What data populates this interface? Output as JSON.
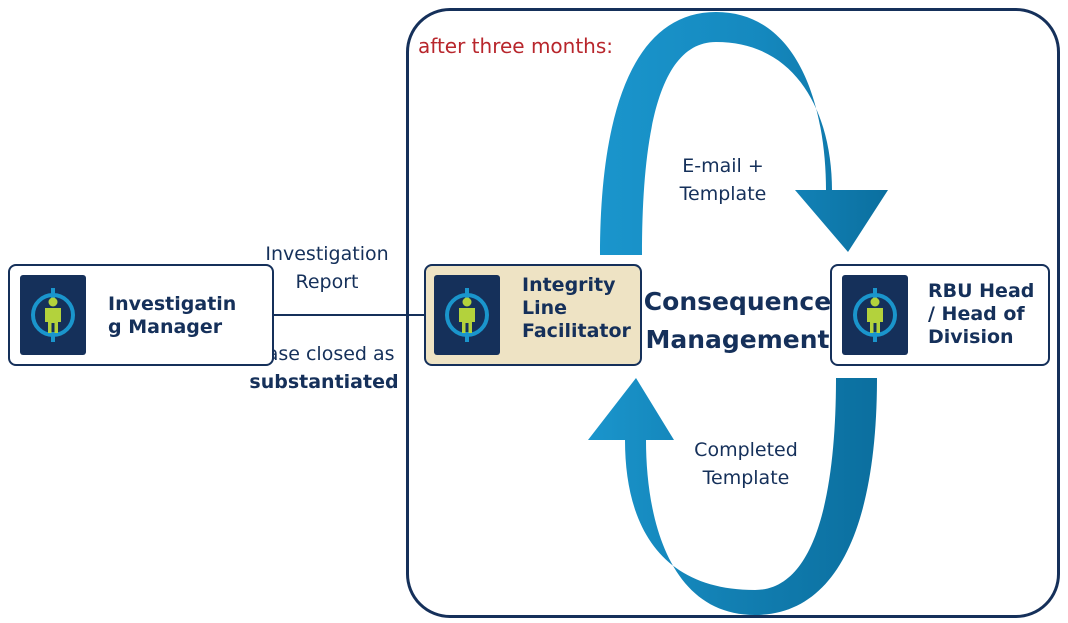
{
  "frame": {
    "label": "after three months:"
  },
  "nodes": {
    "investigating_manager": {
      "label_line1": "Investigatin",
      "label_line2": "g Manager",
      "icon": "person-target-icon"
    },
    "facilitator": {
      "label_line1": "Integrity",
      "label_line2": "Line",
      "label_line3": "Facilitator",
      "icon": "person-target-icon"
    },
    "rbu_head": {
      "label_line1": "RBU Head",
      "label_line2": "/ Head of",
      "label_line3": "Division",
      "icon": "person-target-icon"
    }
  },
  "connector": {
    "above_line1": "Investigation",
    "above_line2": "Report",
    "below_line1": "Case closed as",
    "below_line2": "substantiated"
  },
  "center": {
    "title_line1": "Consequence",
    "title_line2": "Management"
  },
  "cycle": {
    "top_label_line1": "E-mail +",
    "top_label_line2": "Template",
    "bottom_label_line1": "Completed",
    "bottom_label_line2": "Template"
  },
  "colors": {
    "navy": "#15305a",
    "arrow_light": "#1a95cc",
    "arrow_dark": "#0b6f9f",
    "accent_red": "#b8262c",
    "highlight_fill": "#eee3c4",
    "figure_green": "#b3d23c"
  }
}
